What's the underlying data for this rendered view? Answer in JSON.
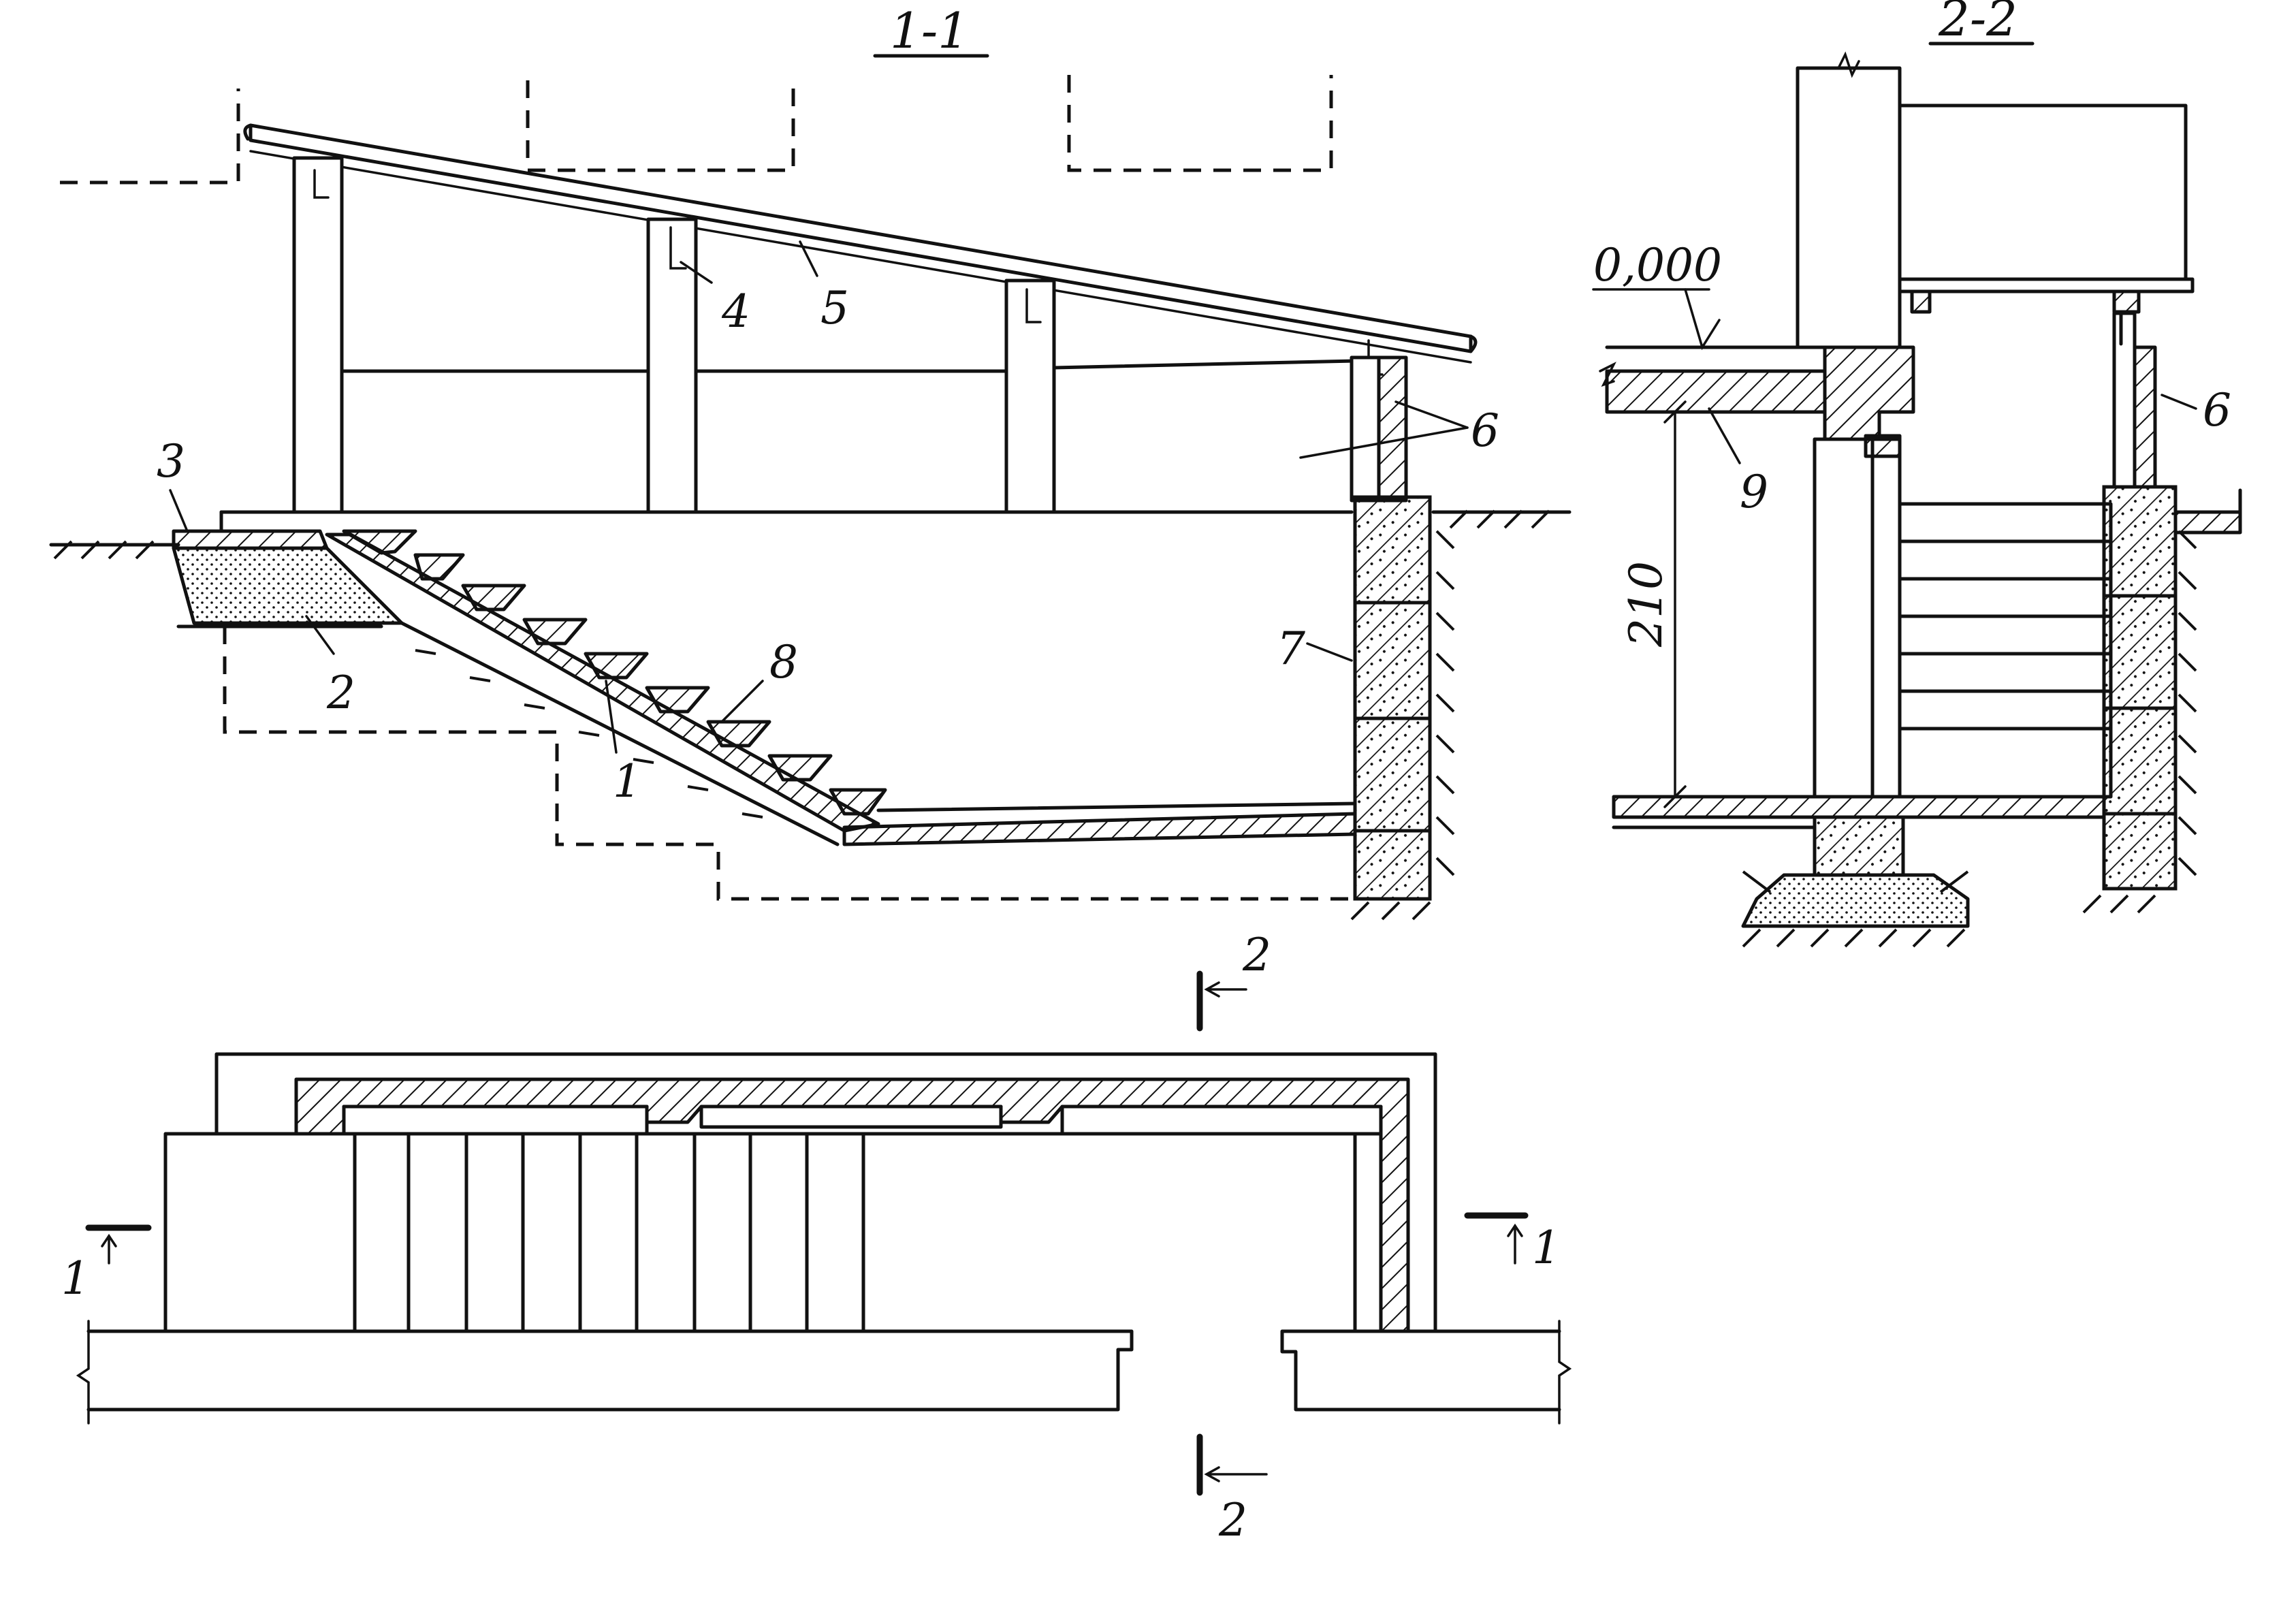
{
  "sections": {
    "section_1": {
      "title": "1-1"
    },
    "section_2": {
      "title": "2-2"
    }
  },
  "labels": {
    "l1": "1",
    "l2": "2",
    "l3": "3",
    "l4": "4",
    "l5": "5",
    "l6": "6",
    "l7": "7",
    "l8": "8",
    "l6b": "6",
    "l9": "9"
  },
  "dimensions": {
    "level_mark": "0,000",
    "height": "210"
  },
  "cut_marks": {
    "cut_1_left": "1",
    "cut_1_right": "1",
    "cut_2_top": "2",
    "cut_2_bottom": "2"
  }
}
